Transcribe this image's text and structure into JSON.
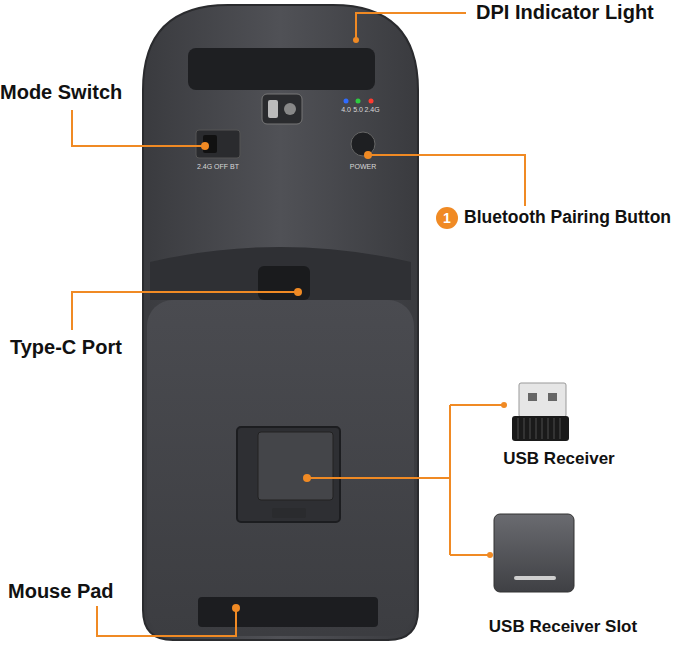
{
  "diagram": {
    "labels": [
      "DPI Indicator Light",
      "Mode Switch",
      "4.0",
      "5.0",
      "2.4G",
      "2.4G OFF BT",
      "POWER",
      "1",
      "Bluetooth Pairing Button",
      "Type-C Port",
      "USB Receiver",
      "Mouse Pad",
      "USB Receiver Slot"
    ]
  }
}
